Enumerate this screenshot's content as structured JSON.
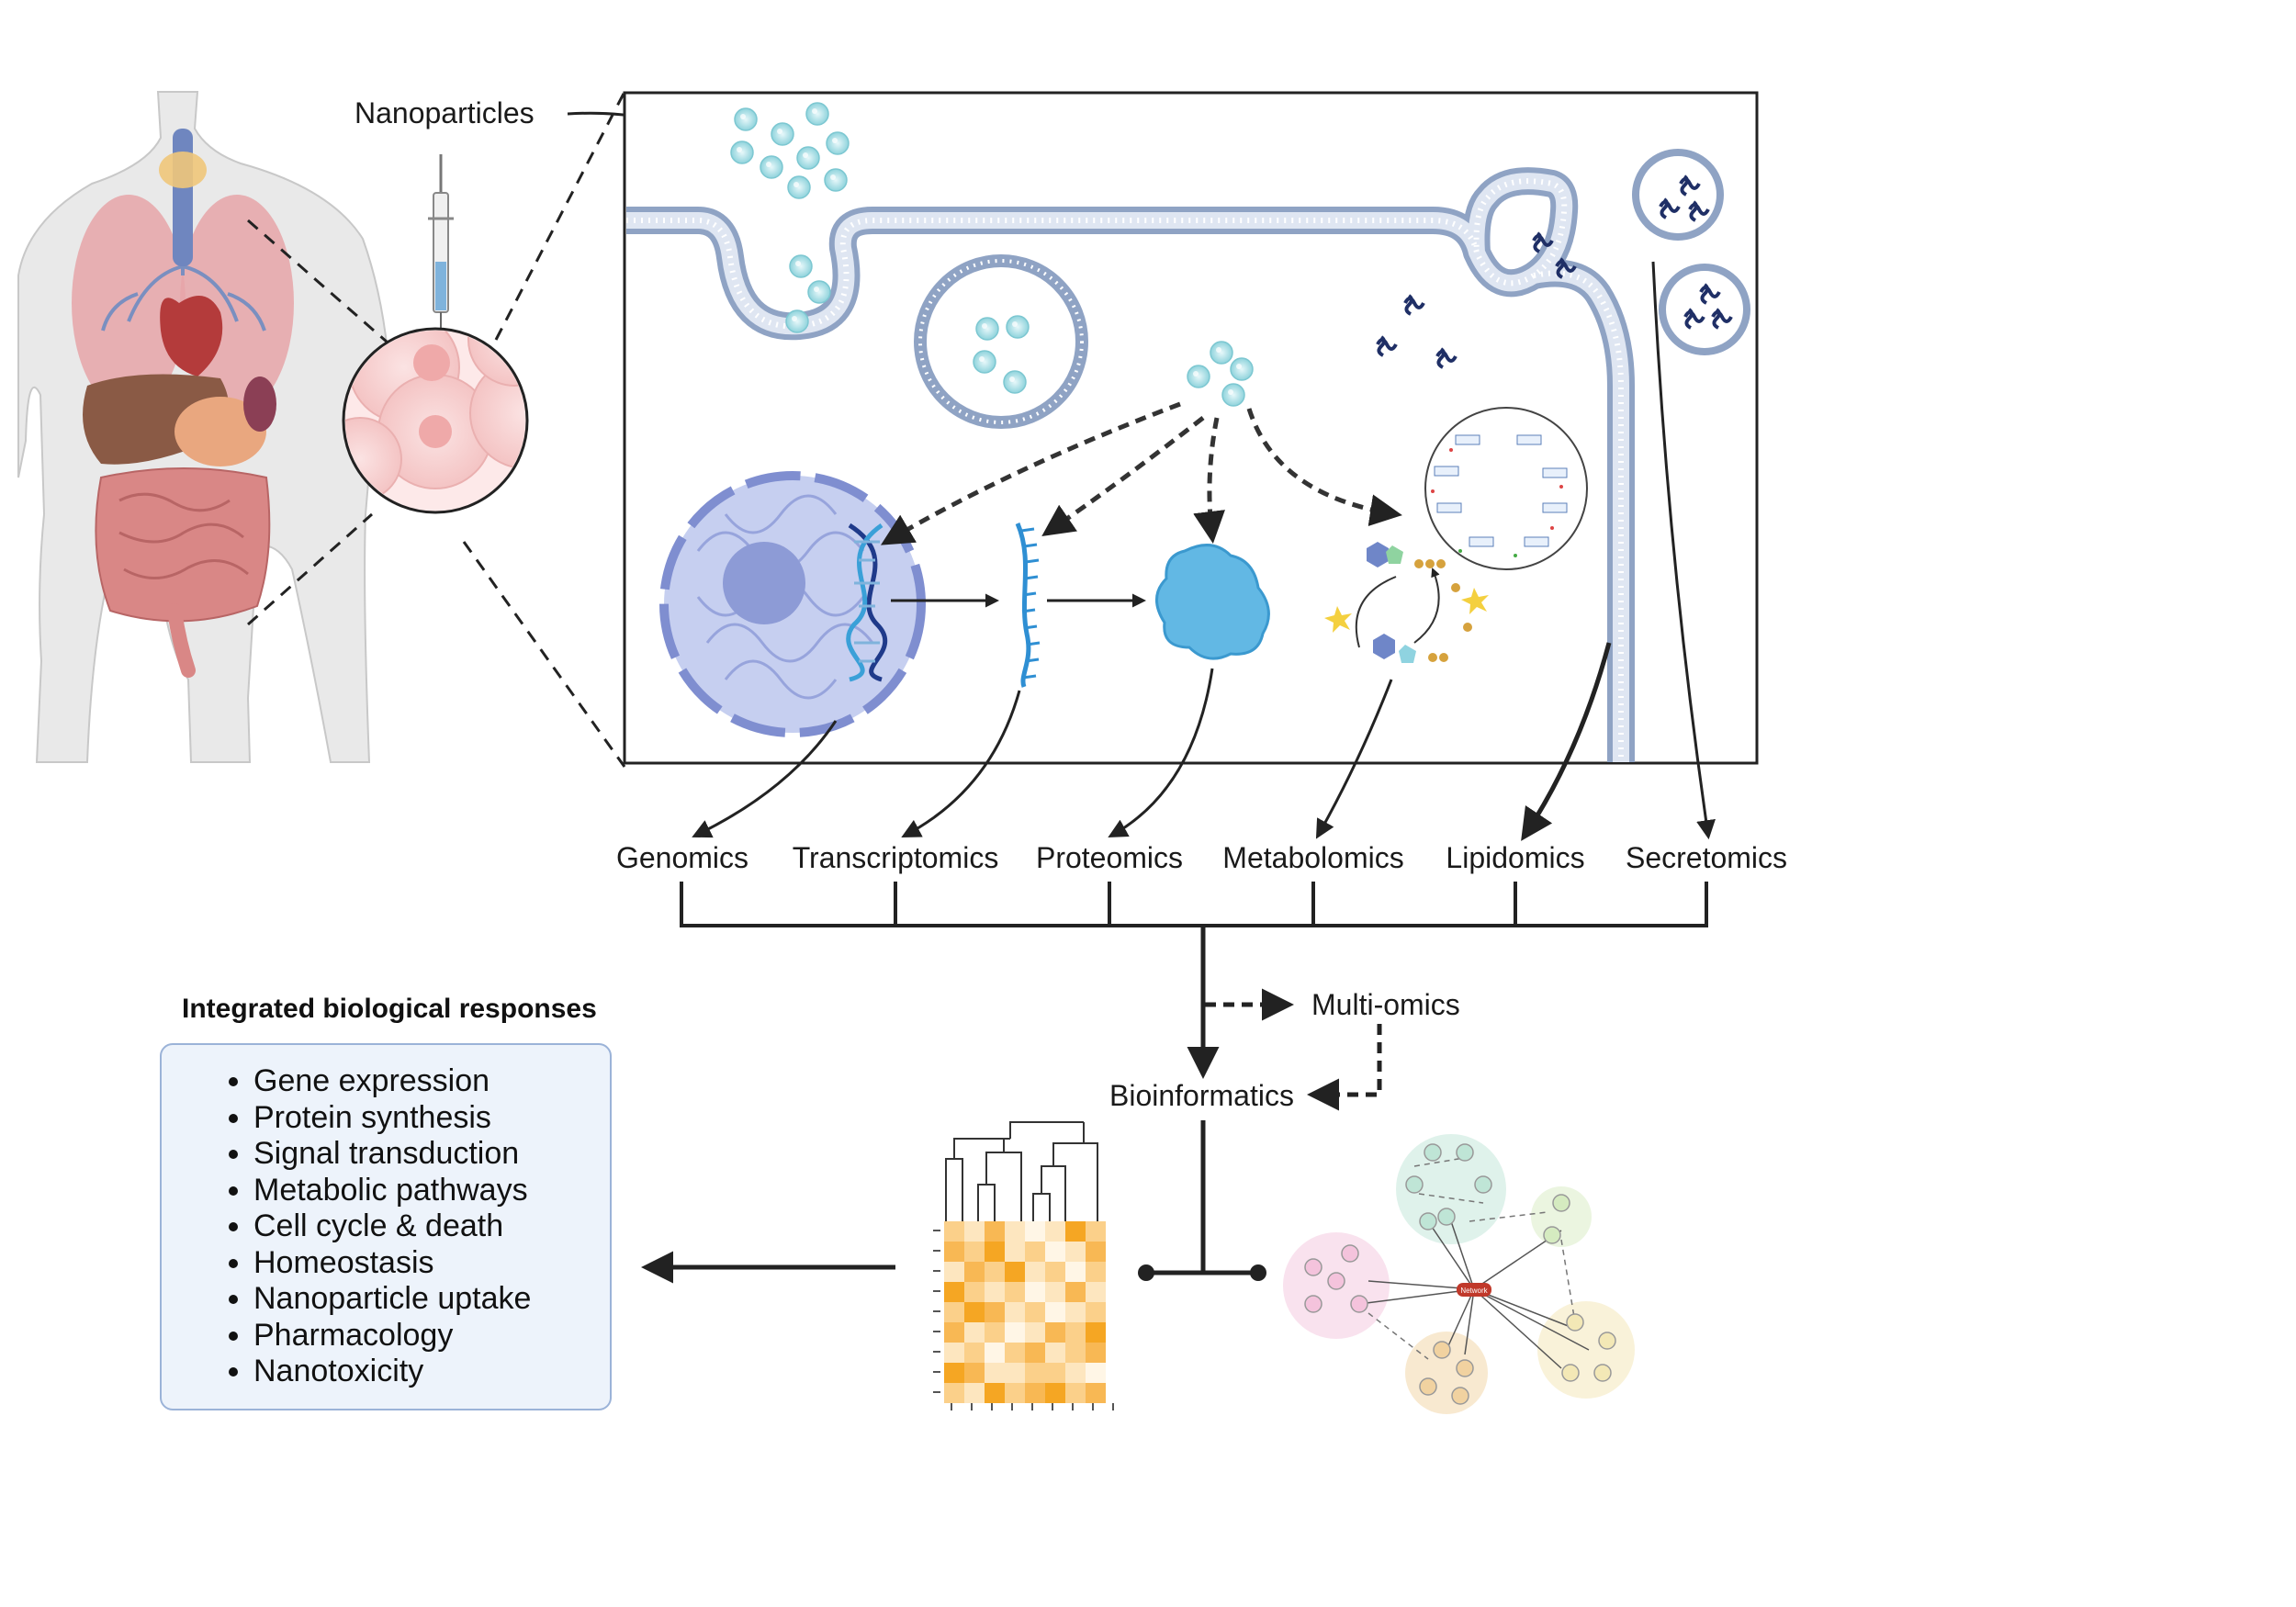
{
  "labels": {
    "nanoparticles": "Nanoparticles",
    "multi_omics": "Multi-omics",
    "bioinformatics": "Bioinformatics",
    "network_tag": "Network"
  },
  "omics": [
    "Genomics",
    "Transcriptomics",
    "Proteomics",
    "Metabolomics",
    "Lipidomics",
    "Secretomics"
  ],
  "responses": {
    "title": "Integrated biological responses",
    "items": [
      "Gene expression",
      "Protein synthesis",
      "Signal transduction",
      "Metabolic pathways",
      "Cell cycle & death",
      "Homeostasis",
      "Nanoparticle uptake",
      "Pharmacology",
      "Nanotoxicity"
    ]
  },
  "colors": {
    "membrane": "#8fa3c4",
    "nanoparticle": "#9fd9e0",
    "nucleus": "#c3cdf0",
    "protein": "#5fb3e0",
    "heatmap_high": "#f5a623",
    "heatmap_low": "#fff6e6",
    "network_node": "#c0392b",
    "box_fill": "#edf3fb"
  }
}
